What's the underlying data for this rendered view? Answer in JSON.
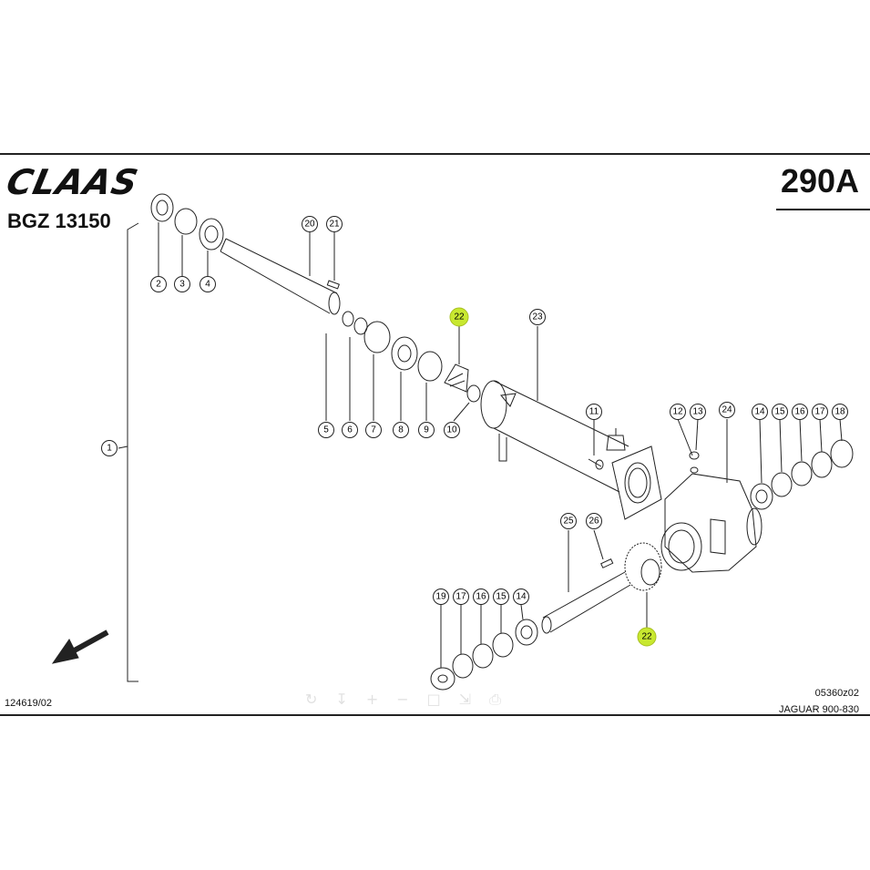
{
  "header": {
    "brand": "CLAAS",
    "document_code": "BGZ 13150",
    "page_number": "290A"
  },
  "footer": {
    "left_reference": "124619/02",
    "right_reference": "05360z02",
    "model": "JAGUAR 900-830"
  },
  "callouts": {
    "c1": "1",
    "c2": "2",
    "c3": "3",
    "c4": "4",
    "c5": "5",
    "c6": "6",
    "c7": "7",
    "c8": "8",
    "c9": "9",
    "c10": "10",
    "c11": "11",
    "c12": "12",
    "c13": "13",
    "c14a": "14",
    "c15a": "15",
    "c16a": "16",
    "c17a": "17",
    "c18": "18",
    "c14b": "14",
    "c15b": "15",
    "c16b": "16",
    "c17b": "17",
    "c19": "19",
    "c20": "20",
    "c21": "21",
    "c22a": "22",
    "c22b": "22",
    "c23": "23",
    "c24": "24",
    "c25": "25",
    "c26": "26"
  },
  "highlight_color": "#c8e830",
  "viewer_toolbar": {
    "icons": [
      "rotate-icon",
      "download-icon",
      "zoom-in-icon",
      "zoom-out-icon",
      "fullscreen-icon",
      "fit-icon",
      "print-icon"
    ]
  }
}
